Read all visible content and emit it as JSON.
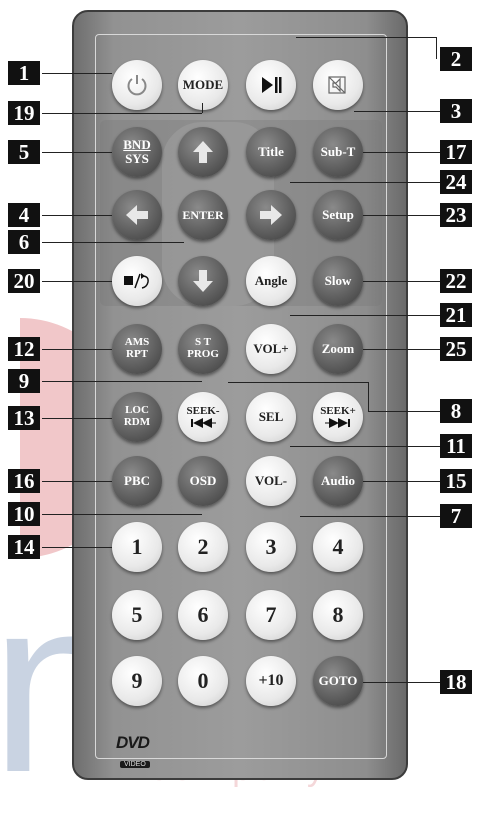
{
  "buttons": {
    "power": "",
    "mode": "MODE",
    "play_pause": "",
    "mute": "",
    "bnd_sys_top": "BND",
    "bnd_sys_bottom": "SYS",
    "up": "",
    "title": "Title",
    "sub_t": "Sub-T",
    "left": "",
    "enter": "ENTER",
    "right": "",
    "setup": "Setup",
    "stop_return": "",
    "down": "",
    "angle": "Angle",
    "slow": "Slow",
    "ams_rpt_top": "AMS",
    "ams_rpt_bottom": "RPT",
    "st_prog_top": "S T",
    "st_prog_bottom": "PROG",
    "vol_plus": "VOL+",
    "zoom": "Zoom",
    "loc_rdm_top": "LOC",
    "loc_rdm_bottom": "RDM",
    "seek_minus": "SEEK-",
    "sel": "SEL",
    "seek_plus": "SEEK+",
    "pbc": "PBC",
    "osd": "OSD",
    "vol_minus": "VOL-",
    "audio": "Audio",
    "n1": "1",
    "n2": "2",
    "n3": "3",
    "n4": "4",
    "n5": "5",
    "n6": "6",
    "n7": "7",
    "n8": "8",
    "n9": "9",
    "n0": "0",
    "plus10": "+10",
    "goto": "GOTO"
  },
  "callouts": {
    "c1": "1",
    "c2": "2",
    "c3": "3",
    "c4": "4",
    "c5": "5",
    "c6": "6",
    "c7": "7",
    "c8": "8",
    "c9": "9",
    "c10": "10",
    "c11": "11",
    "c12": "12",
    "c13": "13",
    "c14": "14",
    "c15": "15",
    "c16": "16",
    "c17": "17",
    "c18": "18",
    "c19": "19",
    "c20": "20",
    "c21": "21",
    "c22": "22",
    "c23": "23",
    "c24": "24",
    "c25": "25"
  },
  "logo": {
    "dvd": "DVD",
    "video": "VIDEO"
  },
  "watermark": {
    "word": "ner",
    "company": "company"
  },
  "icons": {
    "power": "power-icon",
    "play_pause": "play-pause-icon",
    "mute": "mute-icon",
    "arrows": "arrow-icons",
    "stop_return": "stop-return-icon",
    "seek": "seek-icons"
  }
}
